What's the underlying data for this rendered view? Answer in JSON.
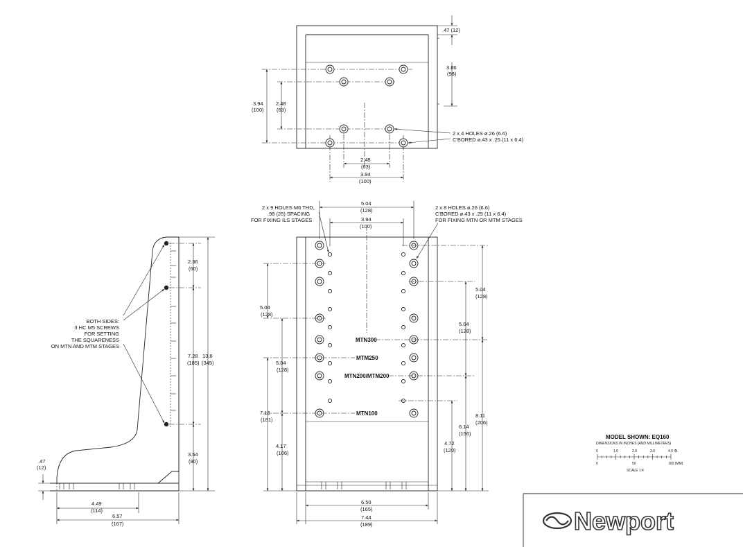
{
  "top_view": {
    "dims": {
      "top_gap": ".47 (12)",
      "depth": "3.86",
      "depth_mm": "(98)",
      "height_outer": "3.94",
      "height_outer_mm": "(100)",
      "height_inner": "2.48",
      "height_inner_mm": "(63)",
      "width_inner": "2.48",
      "width_inner_mm": "(63)",
      "width_outer": "3.94",
      "width_outer_mm": "(100)"
    },
    "hole_note_line1": "2 x 4 HOLES ø.26 (6.6)",
    "hole_note_line2": "C'BORED ø.43 x .25 (11 x 6.4)"
  },
  "front_view": {
    "note_left_line1": "2 x 9 HOLES M6 THD,",
    "note_left_line2": ".98 (25) SPACING",
    "note_left_line3": "FOR FIXING ILS STAGES",
    "note_right_line1": "2 x 8 HOLES ø.26 (6.6)",
    "note_right_line2": "C'BORED ø.43 x .25 (11 x 6.4)",
    "note_right_line3": "FOR FIXING MTN OR MTM STAGES",
    "dims": {
      "span_top": "5.04",
      "span_top_mm": "(128)",
      "span_inner": "3.94",
      "span_inner_mm": "(100)",
      "left_upper": "5.04",
      "left_upper_mm": "(128)",
      "left_mid": "5.04",
      "left_mid_mm": "(128)",
      "left_big": "7.13",
      "left_big_mm": "(181)",
      "left_low": "4.17",
      "left_low_mm": "(106)",
      "right_top": "5.04",
      "right_top_mm": "(128)",
      "right_mid": "5.04",
      "right_mid_mm": "(128)",
      "right_big": "8.11",
      "right_big_mm": "(206)",
      "right_mid2": "6.14",
      "right_mid2_mm": "(156)",
      "right_low": "4.72",
      "right_low_mm": "(120)",
      "bottom_inner": "6.50",
      "bottom_inner_mm": "(165)",
      "bottom_outer": "7.44",
      "bottom_outer_mm": "(189)"
    },
    "stage_labels": [
      "MTN300",
      "MTM250",
      "MTN200/MTM200",
      "MTN100"
    ]
  },
  "side_view": {
    "note_line1": "BOTH SIDES:",
    "note_line2": "3 HC M5 SCREWS",
    "note_line3": "FOR SETTING",
    "note_line4": "THE SQUARENESS",
    "note_line5": "ON MTN AND MTM STAGES",
    "dims": {
      "top_seg": "2.36",
      "top_seg_mm": "(60)",
      "mid_seg": "7.28",
      "mid_seg_mm": "(185)",
      "total": "13.6",
      "total_mm": "(345)",
      "low_seg": "3.54",
      "low_seg_mm": "(90)",
      "foot": ".47",
      "foot_mm": "(12)",
      "base_inner": "4.49",
      "base_inner_mm": "(114)",
      "base_outer": "6.57",
      "base_outer_mm": "(167)"
    }
  },
  "title_block": {
    "model": "MODEL SHOWN: EQ160",
    "subtitle": "DIMENSIONS IN INCHES (AND MILLIMETERS)",
    "scale_inch_ticks": [
      "0",
      "1.0",
      "2.0",
      "3.0",
      "4.0 IN."
    ],
    "scale_mm_ticks": [
      "0",
      "50",
      "100  (MM)"
    ],
    "scale_text": "SCALE 1:4",
    "brand": "Newport"
  }
}
